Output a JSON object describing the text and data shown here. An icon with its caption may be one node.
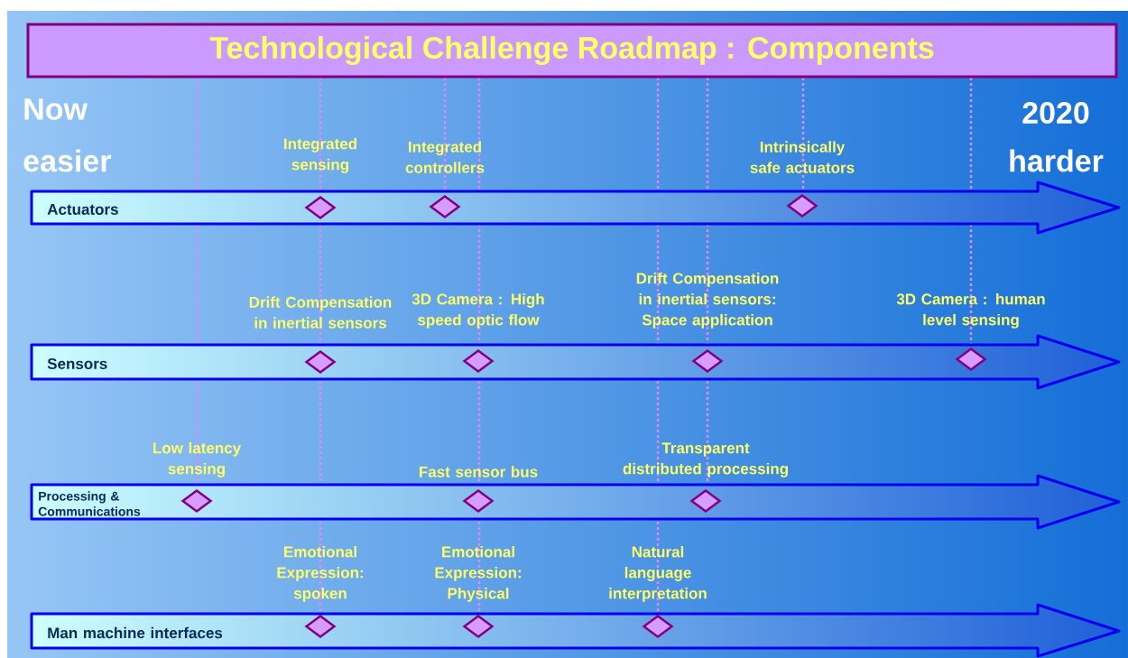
{
  "diagram": {
    "title": "Technological Challenge Roadmap : Components",
    "nodes": [
      {
        "text": [
          "Actuators"
        ]
      },
      {
        "text": [],
        "shape": "diamond",
        "in": 0,
        "beside": [
          "Integrated sensing"
        ]
      },
      {
        "text": [],
        "shape": "diamond",
        "in": 0,
        "beside": [
          "Integrated controllers"
        ]
      },
      {
        "text": [],
        "shape": "diamond",
        "in": 0,
        "beside": [
          "Intrinsically safe actuators"
        ]
      },
      {
        "text": [
          "Sensors"
        ]
      },
      {
        "text": [],
        "shape": "diamond",
        "in": 4,
        "beside": [
          "Drift Compensation in inertial sensors"
        ]
      },
      {
        "text": [],
        "shape": "diamond",
        "in": 4,
        "beside": [
          "3D Camera : High speed optic flow"
        ]
      },
      {
        "text": [],
        "shape": "diamond",
        "in": 4,
        "beside": [
          "Drift Compensation in inertial sensors: Space application"
        ]
      },
      {
        "text": [],
        "shape": "diamond",
        "in": 4,
        "beside": [
          "3D Camera : human level sensing"
        ]
      },
      {
        "text": [
          "Processing & Communications"
        ]
      },
      {
        "text": [],
        "shape": "diamond",
        "in": 9,
        "beside": [
          "Low latency sensing"
        ]
      },
      {
        "text": [],
        "shape": "diamond",
        "in": 9,
        "beside": [
          "Fast sensor bus"
        ]
      },
      {
        "text": [],
        "shape": "diamond",
        "in": 9,
        "beside": [
          "Transparent distributed processing"
        ]
      },
      {
        "text": [
          "Man machine interfaces"
        ]
      },
      {
        "text": [],
        "shape": "diamond",
        "in": 13,
        "beside": [
          "Emotional Expression: spoken"
        ]
      },
      {
        "text": [],
        "shape": "diamond",
        "in": 13,
        "beside": [
          "Emotional Expression: Physical"
        ]
      },
      {
        "text": [],
        "shape": "diamond",
        "in": 13,
        "beside": [
          "Natural language interpretation"
        ]
      }
    ],
    "labels": [
      "Now",
      "easier",
      "2020",
      "harder"
    ]
  }
}
